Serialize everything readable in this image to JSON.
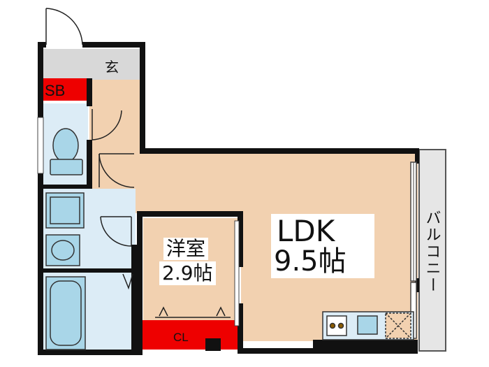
{
  "rooms": {
    "entrance": "玄",
    "shoe_box": "SB",
    "western_room_name": "洋室",
    "western_room_size": "2.9帖",
    "closet": "CL",
    "ldk_name": "LDK",
    "ldk_size": "9.5帖",
    "balcony": "バルコニー"
  },
  "colors": {
    "floor_wood": "#f2d1b0",
    "wet_area_blue": "#dcecf6",
    "fixture_blue": "#a9d6e8",
    "storage_red": "#ee0000",
    "entrance_gray": "#d8d8d8",
    "balcony_gray": "#e6e6e6",
    "wall": "#111111"
  }
}
